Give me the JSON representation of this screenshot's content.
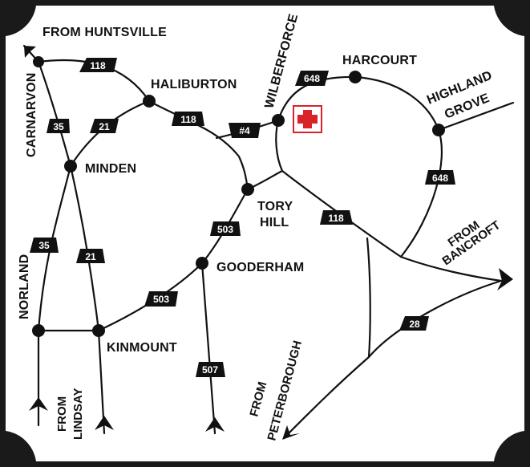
{
  "colors": {
    "frame": "#1a1a1a",
    "paper": "#ffffff",
    "ink": "#111111",
    "hospital": "#d9232a"
  },
  "towns": {
    "haliburton": "HALIBURTON",
    "harcourt": "HARCOURT",
    "highland": "HIGHLAND",
    "grove": "GROVE",
    "wilberforce": "WILBERFORCE",
    "minden": "MINDEN",
    "carnarvon": "CARNARVON",
    "tory": "TORY",
    "hill": "HILL",
    "gooderham": "GOODERHAM",
    "kinmount": "KINMOUNT",
    "norland": "NORLAND"
  },
  "routes": {
    "r118_a": "118",
    "r118_b": "118",
    "r118_c": "118",
    "r35_a": "35",
    "r35_b": "35",
    "r21_a": "21",
    "r21_b": "21",
    "r648_a": "648",
    "r648_b": "648",
    "r4": "#4",
    "r503_a": "503",
    "r503_b": "503",
    "r507": "507",
    "r28": "28"
  },
  "directions": {
    "huntsville": "FROM HUNTSVILLE",
    "from_bancroft": "FROM",
    "bancroft": "BANCROFT",
    "from_peterborough": "FROM",
    "peterborough": "PETERBOROUGH",
    "from_lindsay": "FROM",
    "lindsay": "LINDSAY"
  },
  "icons": {
    "hospital": "hospital-cross-icon"
  }
}
